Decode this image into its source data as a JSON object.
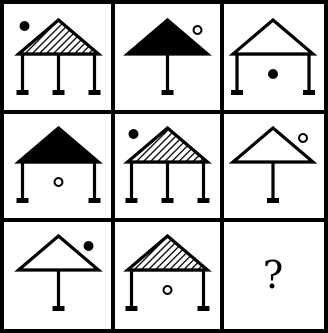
{
  "puzzle": {
    "rows": 3,
    "cols": 3,
    "fills": {
      "hatched": "hatched",
      "black": "#000000",
      "white": "#ffffff"
    },
    "cells": [
      {
        "roof": "hatched",
        "legs": 3,
        "dot": "solid",
        "dot_pos": "upper-left"
      },
      {
        "roof": "black",
        "legs": 1,
        "dot": "hollow",
        "dot_pos": "upper-right"
      },
      {
        "roof": "white",
        "legs": 2,
        "dot": "solid",
        "dot_pos": "center"
      },
      {
        "roof": "black",
        "legs": 2,
        "dot": "hollow",
        "dot_pos": "center"
      },
      {
        "roof": "hatched",
        "legs": 3,
        "dot": "solid",
        "dot_pos": "upper-left"
      },
      {
        "roof": "white",
        "legs": 1,
        "dot": "hollow",
        "dot_pos": "upper-right"
      },
      {
        "roof": "white",
        "legs": 1,
        "dot": "solid",
        "dot_pos": "upper-right"
      },
      {
        "roof": "hatched",
        "legs": 2,
        "dot": "hollow",
        "dot_pos": "center"
      },
      {
        "question": "?"
      }
    ]
  }
}
